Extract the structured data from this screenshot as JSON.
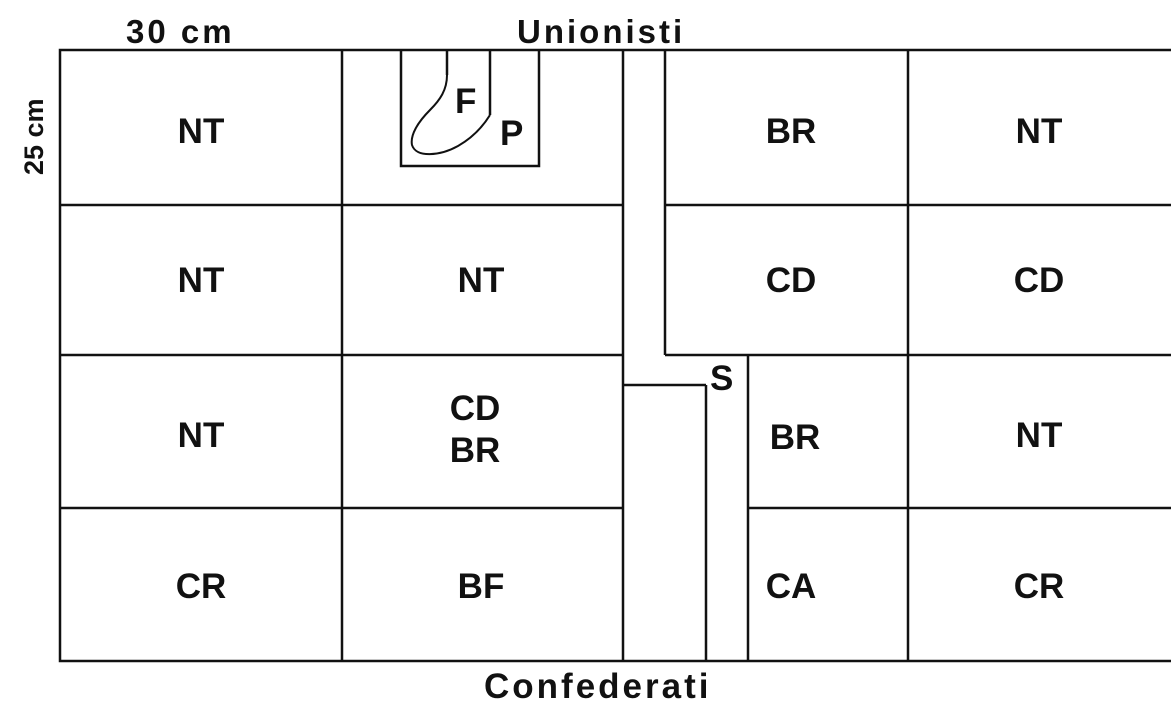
{
  "header": {
    "width_label": "30 cm",
    "height_label": "25 cm",
    "top_title": "Unionisti",
    "bottom_title": "Confederati"
  },
  "footprint": {
    "labels": [
      "F",
      "P"
    ]
  },
  "marker": {
    "label": "S"
  },
  "grid": {
    "row1": [
      "NT",
      "BR",
      "NT"
    ],
    "row2": [
      "NT",
      "NT",
      "CD",
      "CD"
    ],
    "row3": [
      "NT",
      "CD",
      "BR",
      "BR",
      "NT"
    ],
    "row4": [
      "CR",
      "BF",
      "CA",
      "CR"
    ]
  },
  "colors": {
    "ink": "#111111",
    "background": "#ffffff"
  }
}
